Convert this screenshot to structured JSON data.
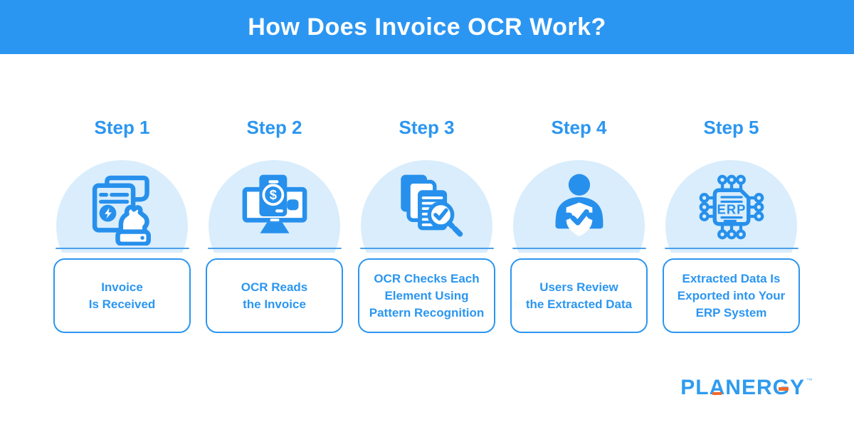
{
  "colors": {
    "header_bg": "#2b96f2",
    "accent_blue": "#2b96f1",
    "icon_blue": "#2790ec",
    "dome_bg": "#d9edfc",
    "divider_blue": "#4aa0ee",
    "logo_blue": "#2e9bf0",
    "logo_orange": "#f2692c"
  },
  "header": {
    "title": "How Does Invoice OCR Work?"
  },
  "steps": [
    {
      "label": "Step 1",
      "icon": "invoice-received-icon",
      "caption": "Invoice\nIs Received"
    },
    {
      "label": "Step 2",
      "icon": "ocr-reads-invoice-icon",
      "icon_text": "$",
      "caption": "OCR Reads\nthe Invoice"
    },
    {
      "label": "Step 3",
      "icon": "pattern-recognition-icon",
      "caption": "OCR Checks Each\nElement Using\nPattern Recognition"
    },
    {
      "label": "Step 4",
      "icon": "user-review-shield-icon",
      "caption": "Users Review\nthe Extracted Data"
    },
    {
      "label": "Step 5",
      "icon": "erp-chip-icon",
      "icon_text": "ERP",
      "caption": "Extracted Data Is\nExported into Your\nERP System"
    }
  ],
  "footer": {
    "brand_letters": [
      "P",
      "L",
      "A",
      "N",
      "E",
      "R",
      "G",
      "Y"
    ],
    "trademark": "™"
  }
}
